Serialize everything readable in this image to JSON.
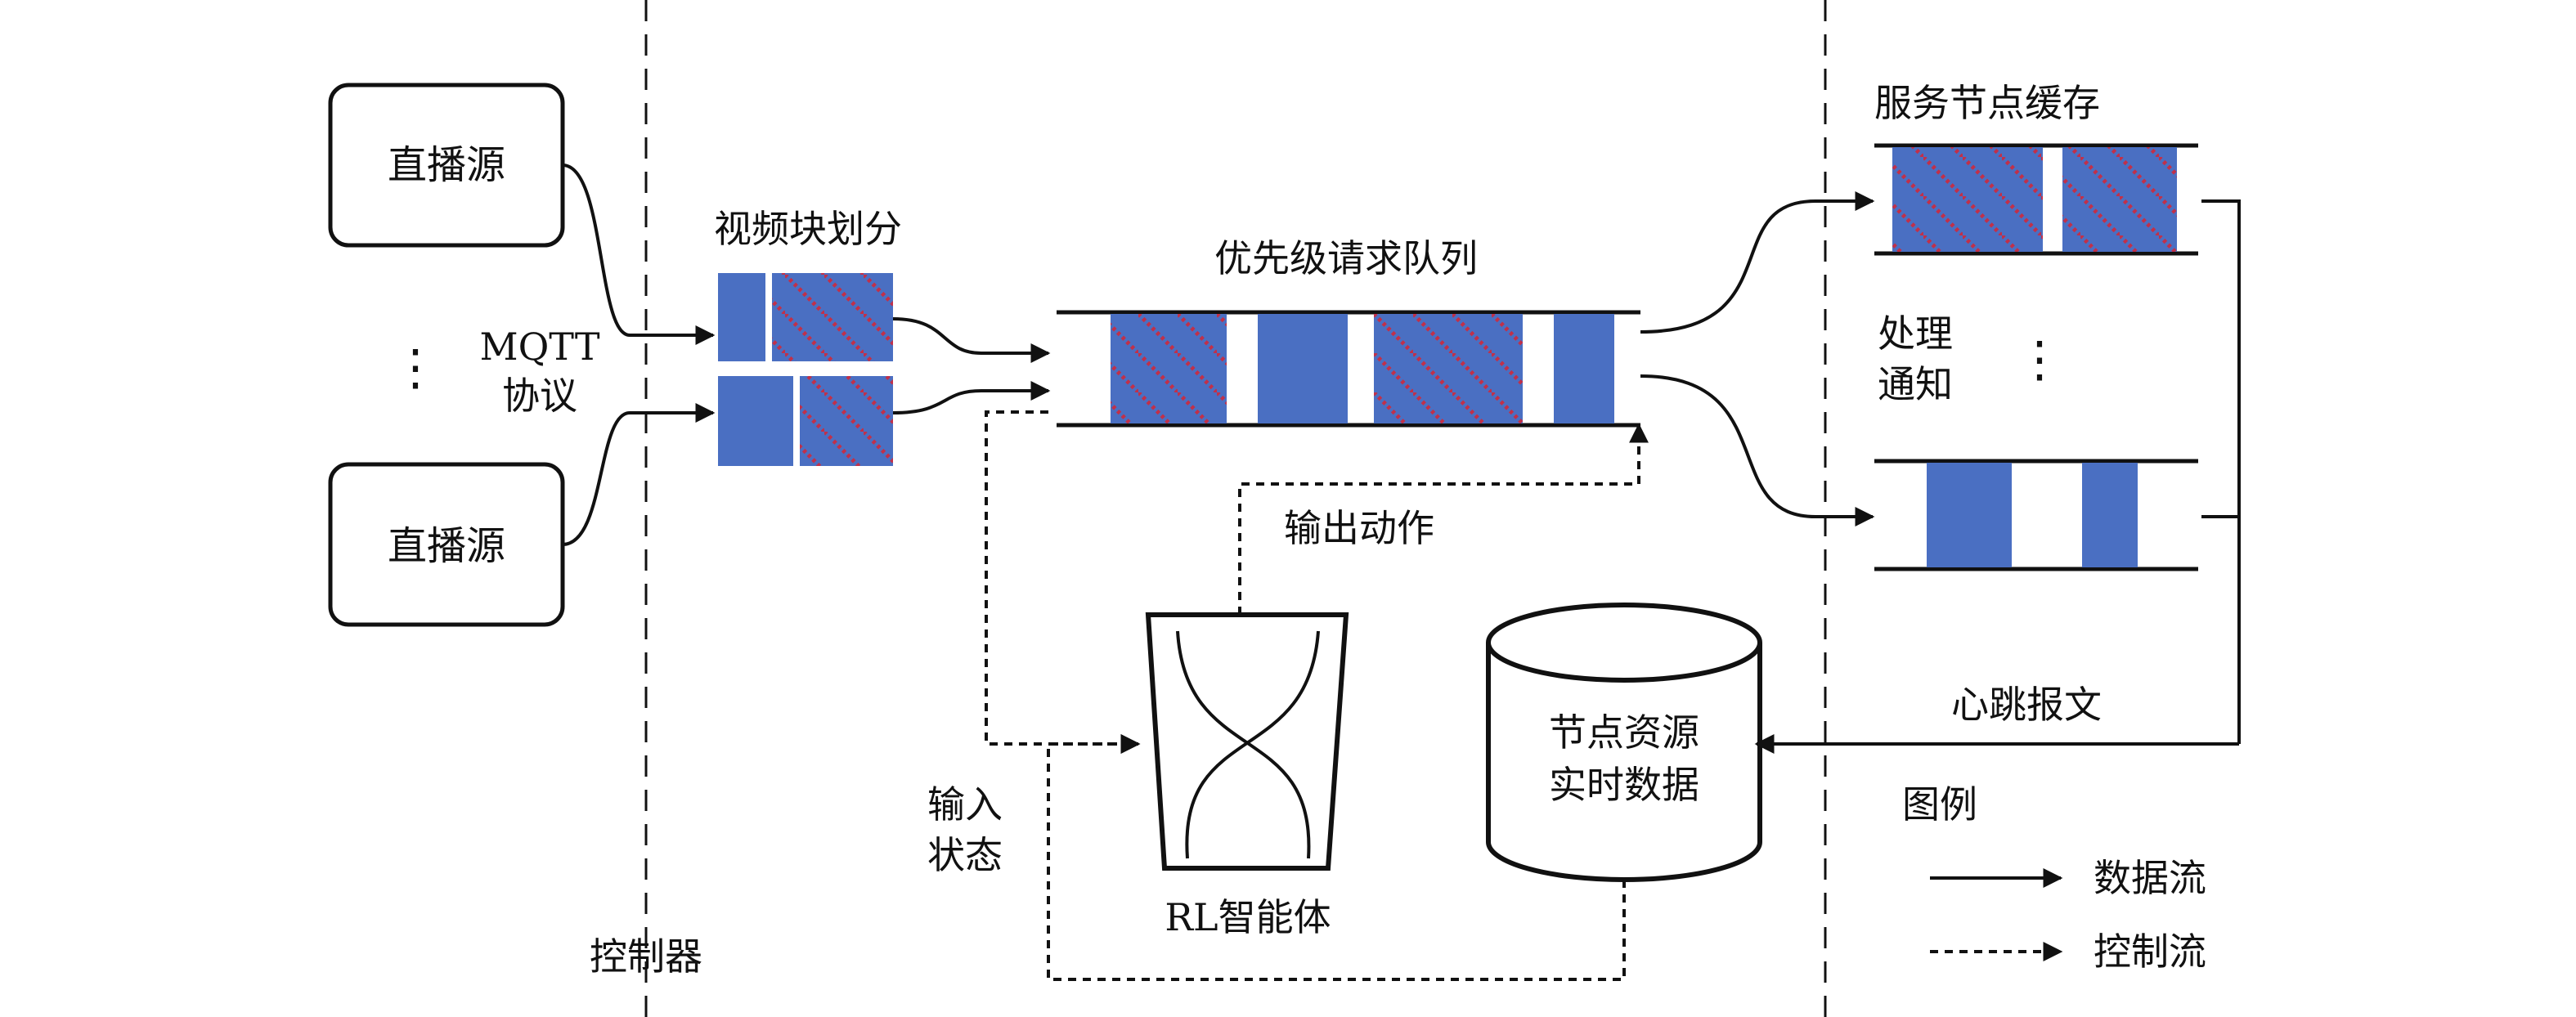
{
  "sources": [
    {
      "label": "直播源"
    },
    {
      "label": "直播源"
    }
  ],
  "protocol": {
    "line1": "MQTT",
    "line2": "协议"
  },
  "ellipsis": "⋮",
  "chunk_label": "视频块划分",
  "queue_label": "优先级请求队列",
  "cache_label": "服务节点缓存",
  "notify_label": {
    "line1": "处理",
    "line2": "通知"
  },
  "output_action_label": "输出动作",
  "input_state_label": {
    "line1": "输入",
    "line2": "状态"
  },
  "agent_label": "RL智能体",
  "database_label": {
    "line1": "节点资源",
    "line2": "实时数据"
  },
  "heartbeat_label": "心跳报文",
  "controller_label": "控制器",
  "legend": {
    "title": "图例",
    "data_flow": "数据流",
    "control_flow": "控制流"
  },
  "colors": {
    "block_fill": "#4a6fc2",
    "hatch_line": "#c0304a",
    "stroke": "#111111"
  }
}
